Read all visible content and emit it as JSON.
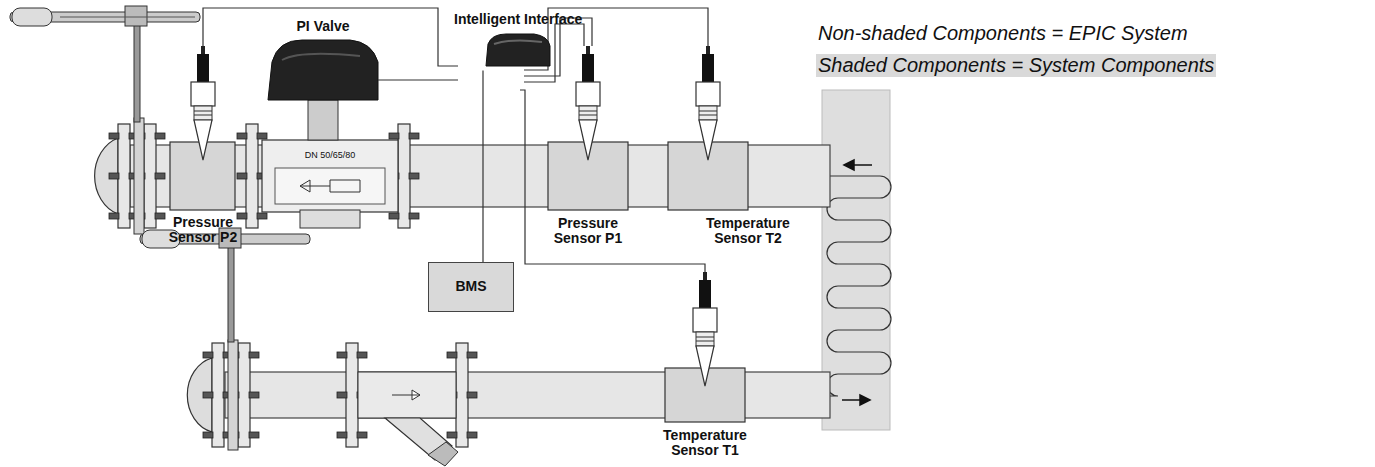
{
  "diagram": {
    "nodes": [
      {
        "text": [
          "Intelligent Interface"
        ]
      },
      {
        "text": [
          "BMS"
        ]
      }
    ],
    "edges": [
      {
        "from": 0,
        "to": 1,
        "arrow": "none"
      }
    ],
    "labels": [
      "PI Valve",
      "DN 50/65/80",
      "Pressure Sensor P2",
      "Pressure Sensor P1",
      "Temperature Sensor T2",
      "Temperature Sensor T1"
    ],
    "legend": [
      {
        "text": "Non-shaded Components = EPIC System",
        "color": "#ffffff"
      },
      {
        "text": "Shaded Components = System Components",
        "color": "#d9d9d9"
      }
    ]
  }
}
